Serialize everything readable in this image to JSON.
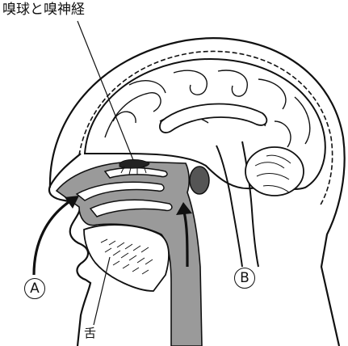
{
  "labels": {
    "olfactory_bulb_and_nerve": "嗅球と嗅神経",
    "tongue": "舌"
  },
  "markers": {
    "a": "A",
    "b": "B"
  },
  "colors": {
    "ink": "#111111",
    "nasal_cavity_fill": "#9a9a9a",
    "paper": "#ffffff"
  }
}
